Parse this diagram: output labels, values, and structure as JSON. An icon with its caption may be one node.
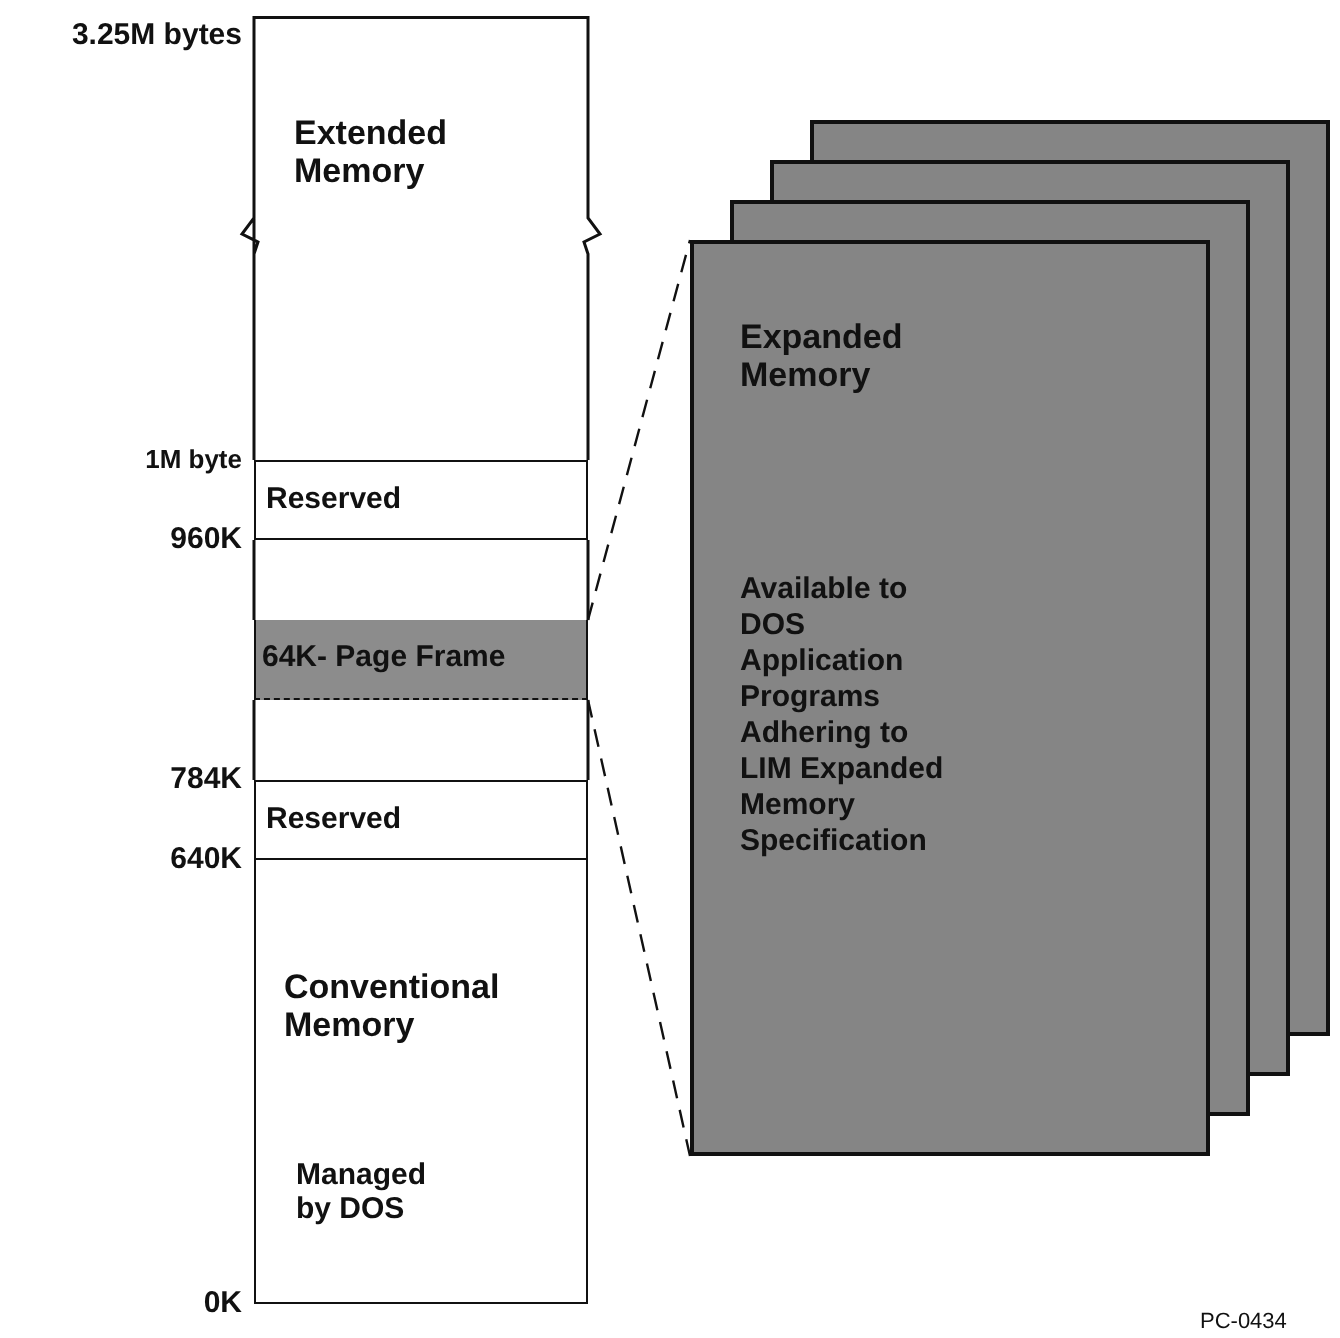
{
  "diagram": {
    "nodes": [
      {
        "text": [
          "Extended Memory"
        ]
      },
      {
        "text": [
          "Reserved"
        ]
      },
      {
        "text": [
          "64K- Page Frame"
        ]
      },
      {
        "text": [
          "Reserved"
        ]
      },
      {
        "text": [
          "Conventional Memory",
          "Managed by DOS"
        ]
      },
      {
        "text": [
          "Expanded Memory",
          "Available to DOS Application Programs Adhering to LIM Expanded Memory Specification"
        ]
      }
    ],
    "edges": [
      {
        "from": 2,
        "to": 5,
        "arrow": "none",
        "style": "dashed"
      },
      {
        "from": 2,
        "to": 5,
        "arrow": "none",
        "style": "dashed"
      }
    ],
    "labels": [
      "3.25M bytes",
      "1M byte",
      "960K",
      "784K",
      "640K",
      "0K",
      "PC-0434"
    ]
  }
}
